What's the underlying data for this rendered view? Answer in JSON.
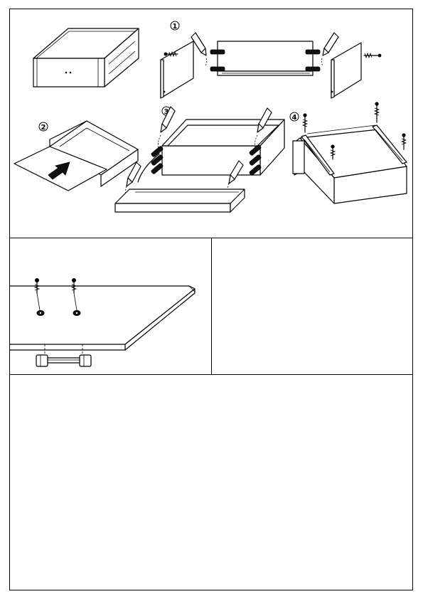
{
  "steps": [
    {
      "number": "1",
      "glyph": "①"
    },
    {
      "number": "2",
      "glyph": "②"
    },
    {
      "number": "3",
      "glyph": "③"
    },
    {
      "number": "4",
      "glyph": "④"
    }
  ],
  "icons": [
    "screw-icon",
    "glue-bottle-icon",
    "dowel-icon",
    "arrow-icon",
    "runner-rail-icon",
    "handle-icon",
    "washer-icon"
  ],
  "colors": {
    "line": "#000000",
    "background": "#ffffff",
    "fill_dark": "#111111"
  }
}
